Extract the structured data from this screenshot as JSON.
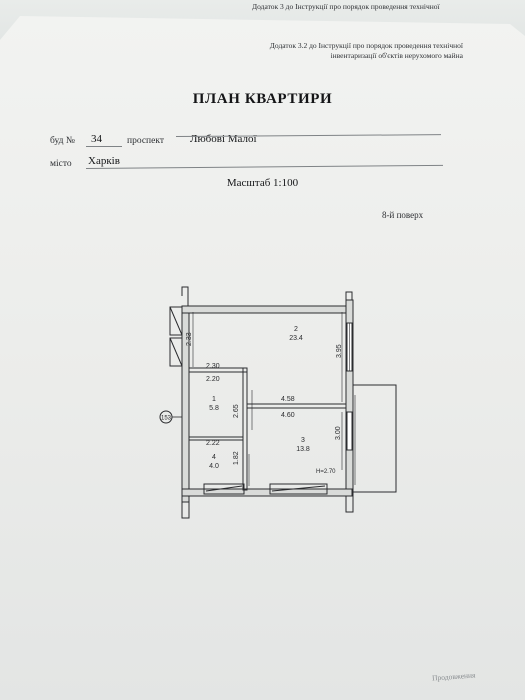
{
  "back_sheet": {
    "header": "Додаток 3 до Інструкції про порядок проведення технічної",
    "footer": "Продовження"
  },
  "document": {
    "header_note": [
      "Додаток 3.2 до Інструкції про порядок проведення технічної",
      "інвентаризації об'єктів нерухомого майна"
    ],
    "title": "ПЛАН КВАРТИРИ",
    "address": {
      "building_label": "буд №",
      "building_value": "34",
      "street_type": "проспект",
      "street_value": "Любові Малої",
      "city_label": "місто",
      "city_value": "Харків"
    },
    "scale": "Масштаб 1:100",
    "floor": "8-й поверх"
  },
  "floor_plan": {
    "rooms": [
      {
        "number": "2",
        "area": "23.4"
      },
      {
        "number": "1",
        "area": "5.8"
      },
      {
        "number": "3",
        "area": "13.8"
      },
      {
        "number": "4",
        "area": "4.0"
      }
    ],
    "dimensions": {
      "north_west_height": "2.33",
      "hall_top": "2.30",
      "hall_inner": "2.20",
      "hall_height": "2.65",
      "room_top": "4.58",
      "room_inner": "4.60",
      "east_upper": "3.95",
      "east_lower": "3.00",
      "storage_width": "2.22",
      "storage_height": "1.82"
    },
    "section_mark": "153",
    "ceiling_note": "H=2.70"
  }
}
